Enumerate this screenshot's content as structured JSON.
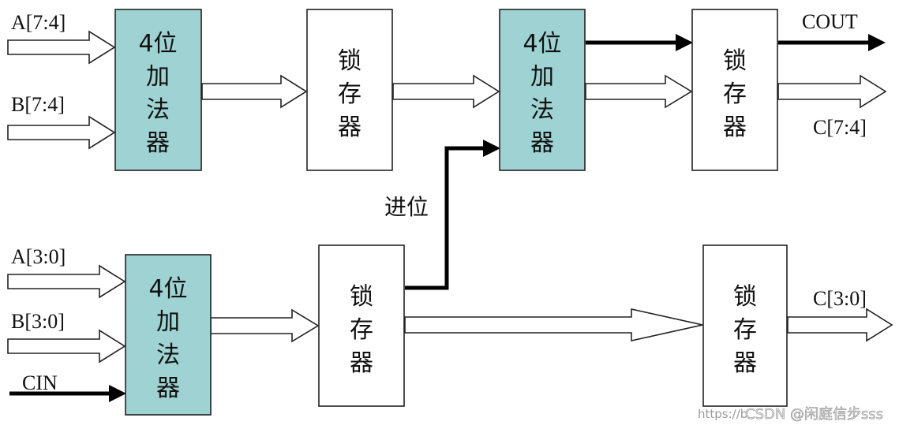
{
  "colors": {
    "adder_fill": "#9fd3d3",
    "latch_fill": "#ffffff",
    "stroke": "#222222"
  },
  "adder_lines": [
    "4位",
    "加",
    "法",
    "器"
  ],
  "latch_lines": [
    "锁",
    "存",
    "器"
  ],
  "labels": {
    "a_high": "A[7:4]",
    "b_high": "B[7:4]",
    "a_low": "A[3:0]",
    "b_low": "B[3:0]",
    "cin": "CIN",
    "cout": "COUT",
    "c_high": "C[7:4]",
    "c_low": "C[3:0]",
    "carry": "进位"
  },
  "watermark": {
    "url_part": "https://b",
    "brand": "CSDN @闲庭信步sss"
  }
}
